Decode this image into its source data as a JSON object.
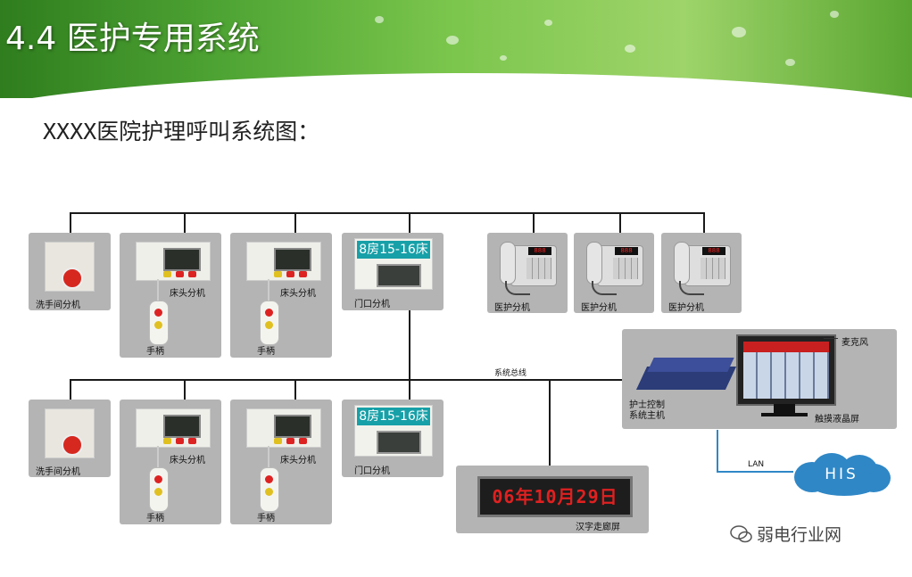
{
  "header": {
    "title": "4.4 医护专用系统"
  },
  "diagram": {
    "subtitle": "XXXX医院护理呼叫系统图：",
    "bus_label": "系统总线",
    "units": {
      "washroom": "洗手间分机",
      "bedside": "床头分机",
      "handset": "手柄",
      "door": "门口分机",
      "door_display": "8房15-16床",
      "nurse_phone": "医护分机"
    },
    "phone_display": "888",
    "nurse_station": {
      "host_label": "护士控制\n系统主机",
      "mic_label": "麦克风",
      "screen_label": "触摸液晶屏"
    },
    "corridor": {
      "display_text": "06年10月29日",
      "label": "汉字走廊屏"
    },
    "lan_label": "LAN",
    "his_label": "HIS"
  },
  "watermark": {
    "text": "弱电行业网"
  }
}
